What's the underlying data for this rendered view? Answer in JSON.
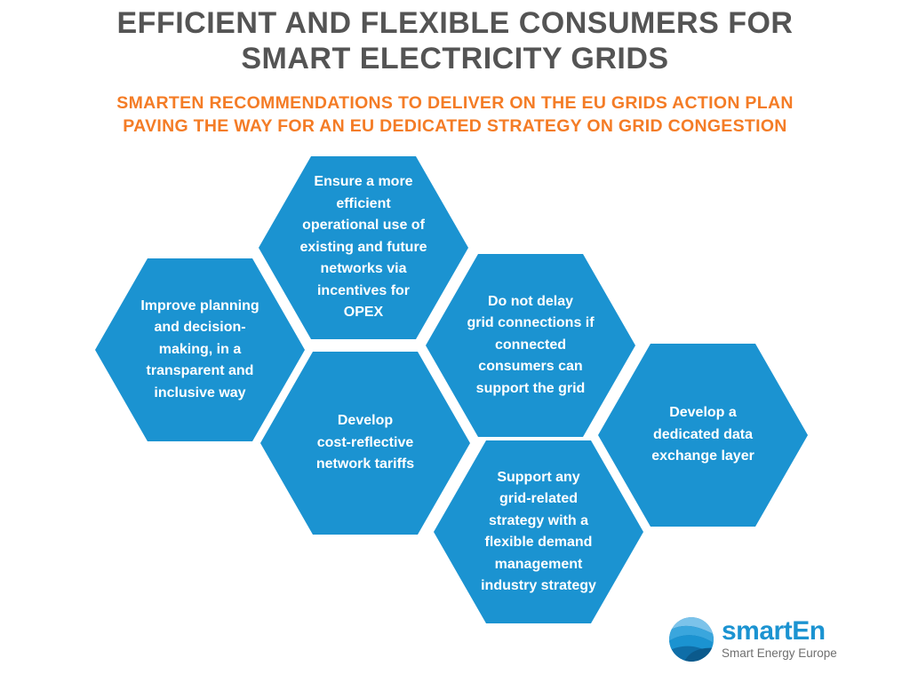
{
  "colors": {
    "title": "#545454",
    "subtitle": "#f47c26",
    "hexagon": "#1b93d1",
    "hexagon_text": "#ffffff",
    "logo_blue": "#1b93d1",
    "logo_gray": "#6f6f6f"
  },
  "header": {
    "title_line1": "EFFICIENT AND FLEXIBLE CONSUMERS FOR",
    "title_line2": "SMART ELECTRICITY GRIDS",
    "subtitle_line1": "SMARTEN RECOMMENDATIONS TO DELIVER ON THE EU GRIDS ACTION PLAN",
    "subtitle_line2": "PAVING THE WAY FOR AN EU DEDICATED STRATEGY ON GRID CONGESTION"
  },
  "recommendations": {
    "planning": "Improve planning\nand decision-\nmaking, in a\ntransparent and\ninclusive way",
    "operational": "Ensure a more\nefficient\noperational use of\nexisting and future\nnetworks via\nincentives for\nOPEX",
    "tariffs": "Develop\ncost-reflective\nnetwork tariffs",
    "connections": "Do not delay\ngrid connections if\nconnected\nconsumers can\nsupport the grid",
    "demand": "Support any\ngrid-related\nstrategy with a\nflexible demand\nmanagement\nindustry strategy",
    "data_layer": "Develop a\ndedicated data\nexchange layer"
  },
  "logo": {
    "icon": "globe-swirl-icon",
    "name_part1": "smart",
    "name_part2": "En",
    "tagline": "Smart Energy Europe"
  }
}
